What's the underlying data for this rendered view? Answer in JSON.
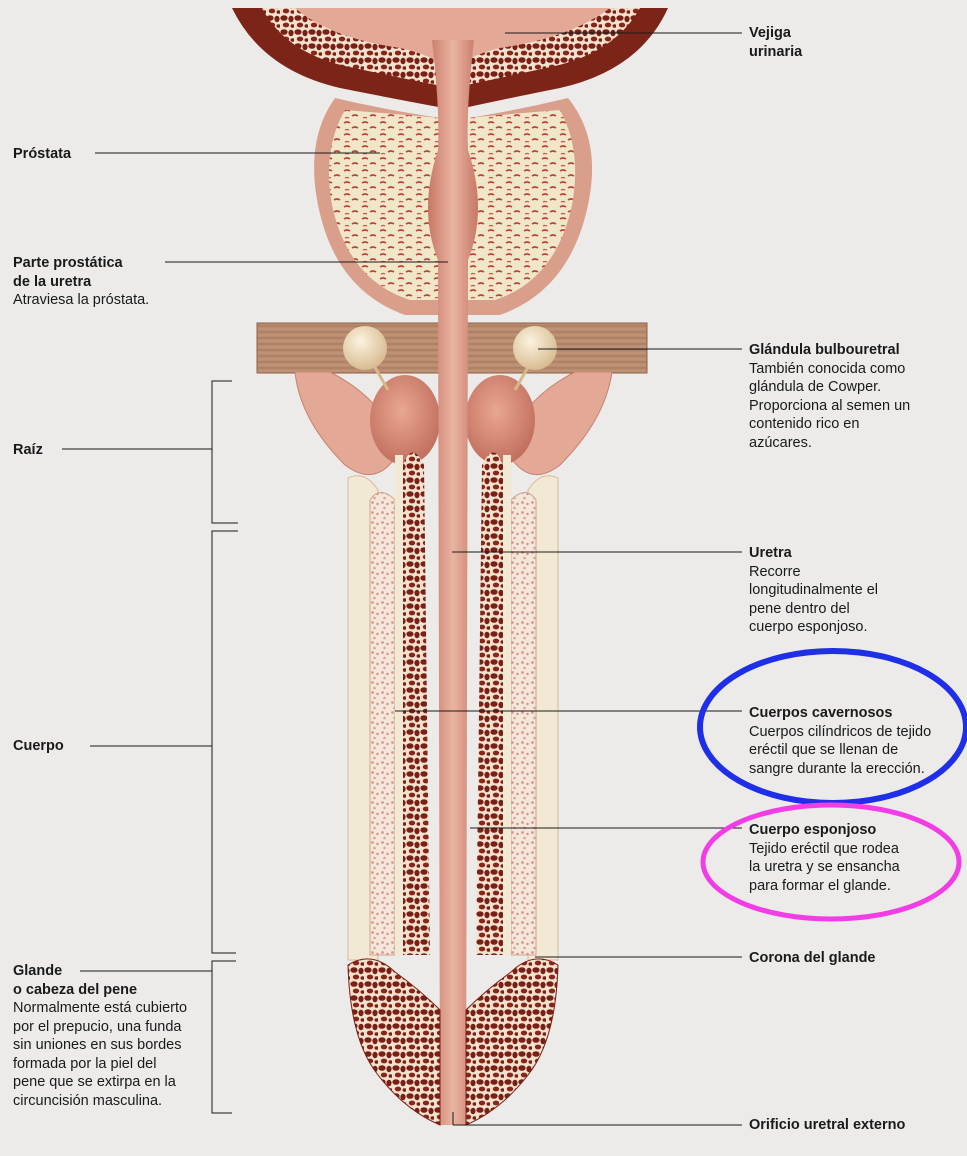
{
  "labels": {
    "vejiga": {
      "line1": "Vejiga",
      "line2": "urinaria"
    },
    "prostata": {
      "title": "Próstata"
    },
    "parte_prostatica": {
      "line1": "Parte prostática",
      "line2": "de la uretra",
      "desc": "Atraviesa la próstata."
    },
    "bulbouretral": {
      "title": "Glándula bulbouretral",
      "desc": [
        "También conocida como",
        "glándula de Cowper.",
        "Proporciona al semen un",
        "contenido rico en",
        "azúcares."
      ]
    },
    "raiz": {
      "title": "Raíz"
    },
    "uretra": {
      "title": "Uretra",
      "desc": [
        "Recorre",
        "longitudinalmente el",
        "pene dentro del",
        "cuerpo esponjoso."
      ]
    },
    "cavernosos": {
      "title": "Cuerpos cavernosos",
      "desc": [
        "Cuerpos cilíndricos de tejido",
        "eréctil que se llenan de",
        "sangre durante la erección."
      ]
    },
    "cuerpo": {
      "title": "Cuerpo"
    },
    "esponjoso": {
      "title": "Cuerpo esponjoso",
      "desc": [
        "Tejido eréctil que rodea",
        "la uretra y se ensancha",
        "para formar el glande."
      ]
    },
    "corona": {
      "title": "Corona del glande"
    },
    "glande": {
      "line1": "Glande",
      "line2": "o cabeza del pene",
      "desc": [
        "Normalmente está cubierto",
        "por el prepucio, una funda",
        "sin uniones en sus bordes",
        "formada por la piel del",
        "pene que se extirpa en la",
        "circuncisión masculina."
      ]
    },
    "orificio": {
      "title": "Orificio uretral externo"
    }
  },
  "colors": {
    "background": "#ecebe9",
    "tissue": "#e3a795",
    "tissue_dark": "#cf8271",
    "erectile_dark": "#7a1f14",
    "cream": "#f4ecd6",
    "muscle": "#b7886c",
    "highlight_blue": "#1f2ee8",
    "highlight_magenta": "#f23de6"
  }
}
